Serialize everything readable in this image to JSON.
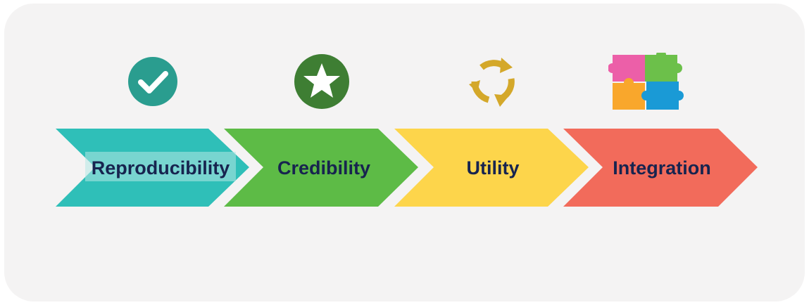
{
  "steps": [
    {
      "label": "Reproducibility",
      "color": "#2fbfb8",
      "icon": "checkmark-icon",
      "icon_color": "#2a9d8f"
    },
    {
      "label": "Credibility",
      "color": "#5dbb46",
      "icon": "star-icon",
      "icon_color": "#3e7e33"
    },
    {
      "label": "Utility",
      "color": "#fdd54b",
      "icon": "cycle-arrows-icon",
      "icon_color": "#d4a82a"
    },
    {
      "label": "Integration",
      "color": "#f26b5b",
      "icon": "puzzle-pieces-icon",
      "icon_colors": [
        "#ec5fa8",
        "#6cc04a",
        "#f9a72c",
        "#1a9ad6"
      ]
    }
  ]
}
